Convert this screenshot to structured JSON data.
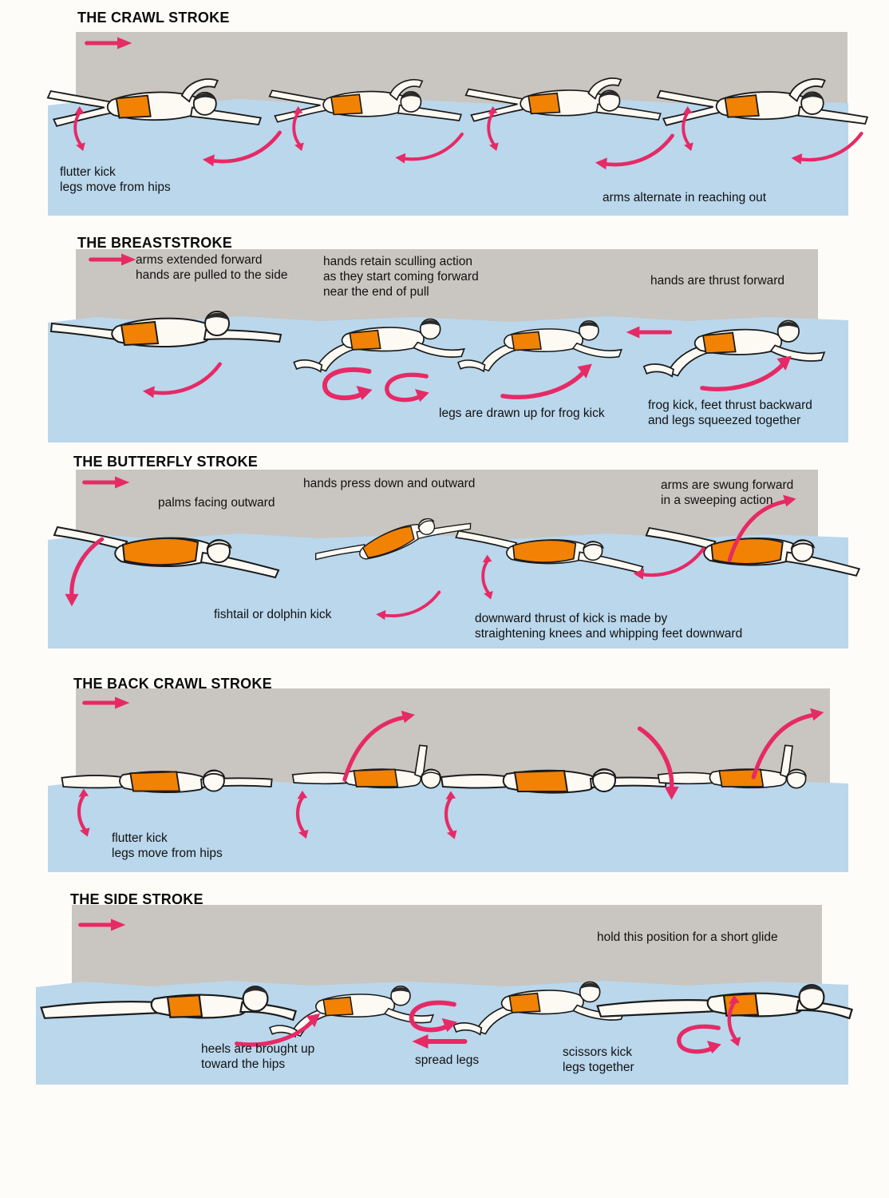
{
  "document": {
    "kind": "swimming-strokes-instructional-diagram"
  },
  "colors": {
    "band_gray": "#c9c5c0",
    "band_blue": "#bad7ec",
    "arrow_pink": "#e62a66",
    "swimsuit_orange": "#f18203",
    "text": "#121212"
  },
  "icons": {
    "direction_arrow": "right-arrow-icon",
    "motion_arrow": "curved-arrow-icon"
  },
  "sections": [
    {
      "id": "crawl",
      "title": "THE CRAWL STROKE",
      "annotations": [
        {
          "text": "flutter kick\nlegs move from hips"
        },
        {
          "text": "arms alternate in reaching out"
        }
      ]
    },
    {
      "id": "breaststroke",
      "title": "THE BREASTSTROKE",
      "annotations": [
        {
          "text": "arms extended forward\nhands are pulled to the side"
        },
        {
          "text": "hands retain sculling action\nas they start coming forward\nnear the end of pull"
        },
        {
          "text": "hands are thrust forward"
        },
        {
          "text": "legs are drawn up for frog kick"
        },
        {
          "text": "frog kick, feet thrust backward\nand legs squeezed together"
        }
      ]
    },
    {
      "id": "butterfly",
      "title": "THE BUTTERFLY STROKE",
      "annotations": [
        {
          "text": "palms facing outward"
        },
        {
          "text": "hands press down and outward"
        },
        {
          "text": "arms are swung forward\nin a sweeping action"
        },
        {
          "text": "fishtail or dolphin kick"
        },
        {
          "text": "downward thrust of kick is made by\nstraightening knees and whipping feet downward"
        }
      ]
    },
    {
      "id": "back-crawl",
      "title": "THE BACK CRAWL STROKE",
      "annotations": [
        {
          "text": "flutter kick\nlegs move from hips"
        }
      ]
    },
    {
      "id": "side-stroke",
      "title": "THE SIDE STROKE",
      "annotations": [
        {
          "text": "hold this position for a short glide"
        },
        {
          "text": "heels are brought up\ntoward the hips"
        },
        {
          "text": "spread legs"
        },
        {
          "text": "scissors kick\nlegs together"
        }
      ]
    }
  ]
}
